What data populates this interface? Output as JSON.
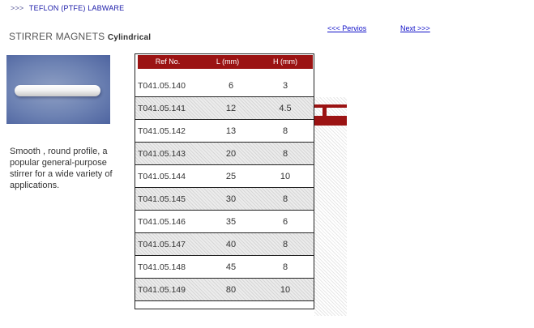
{
  "breadcrumb": {
    "arrows": ">>>",
    "text": "TEFLON (PTFE) LABWARE"
  },
  "title": {
    "main": "STIRRER MAGNETS",
    "sub": "Cylindrical"
  },
  "nav": {
    "prev": "<<< Pervios",
    "next": "Next >>>"
  },
  "description": "Smooth , round profile, a popular general-purpose stirrer for a wide variety of applications.",
  "table": {
    "headers": [
      "Ref No.",
      "L (mm)",
      "H (mm)"
    ],
    "rows": [
      {
        "ref": "T041.05.140",
        "l": "6",
        "h": "3"
      },
      {
        "ref": "T041.05.141",
        "l": "12",
        "h": "4.5"
      },
      {
        "ref": "T041.05.142",
        "l": "13",
        "h": "8"
      },
      {
        "ref": "T041.05.143",
        "l": "20",
        "h": "8"
      },
      {
        "ref": "T041.05.144",
        "l": "25",
        "h": "10"
      },
      {
        "ref": "T041.05.145",
        "l": "30",
        "h": "8"
      },
      {
        "ref": "T041.05.146",
        "l": "35",
        "h": "6"
      },
      {
        "ref": "T041.05.147",
        "l": "40",
        "h": "8"
      },
      {
        "ref": "T041.05.148",
        "l": "45",
        "h": "8"
      },
      {
        "ref": "T041.05.149",
        "l": "80",
        "h": "10"
      }
    ]
  },
  "colors": {
    "header_bg": "#9b1313",
    "link": "#1010c8",
    "breadcrumb": "#1a1aa8"
  }
}
